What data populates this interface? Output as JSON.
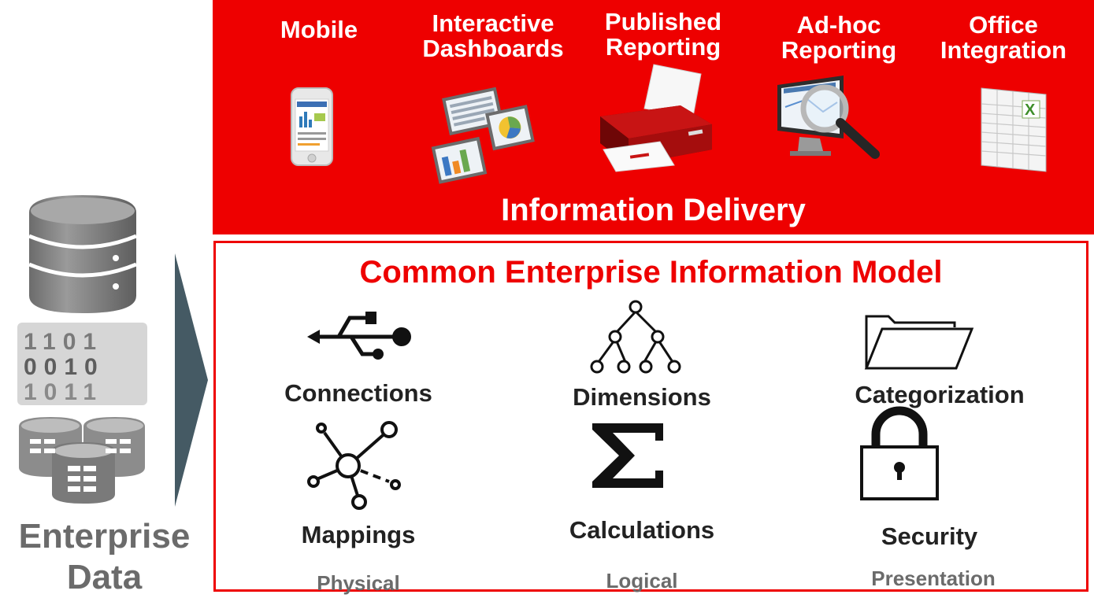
{
  "delivery": {
    "title": "Information Delivery",
    "channels": [
      {
        "line1": "Mobile",
        "line2": ""
      },
      {
        "line1": "Interactive",
        "line2": "Dashboards"
      },
      {
        "line1": "Published",
        "line2": "Reporting"
      },
      {
        "line1": "Ad-hoc",
        "line2": "Reporting"
      },
      {
        "line1": "Office",
        "line2": "Integration"
      }
    ]
  },
  "model": {
    "title": "Common Enterprise Information Model",
    "features": [
      "Connections",
      "Dimensions",
      "Categorization",
      "Mappings",
      "Calculations",
      "Security"
    ],
    "layers": [
      "Physical",
      "Logical",
      "Presentation"
    ]
  },
  "enterprise": {
    "line1": "Enterprise",
    "line2": "Data",
    "binary_rows": [
      "1101",
      "0010",
      "1011"
    ]
  },
  "colors": {
    "accent": "#ee0000",
    "arrow": "#455a64",
    "label_gray": "#6b6b6b",
    "text_dark": "#222222"
  },
  "icons": {
    "mobile": "smartphone-icon",
    "dashboards": "dashboard-panels-icon",
    "reporting": "printer-icon",
    "adhoc": "monitor-magnifier-icon",
    "office": "spreadsheet-icon",
    "connections": "usb-icon",
    "dimensions": "hierarchy-tree-icon",
    "categorization": "folder-icon",
    "mappings": "network-node-icon",
    "calculations": "sigma-icon",
    "security": "padlock-icon"
  }
}
